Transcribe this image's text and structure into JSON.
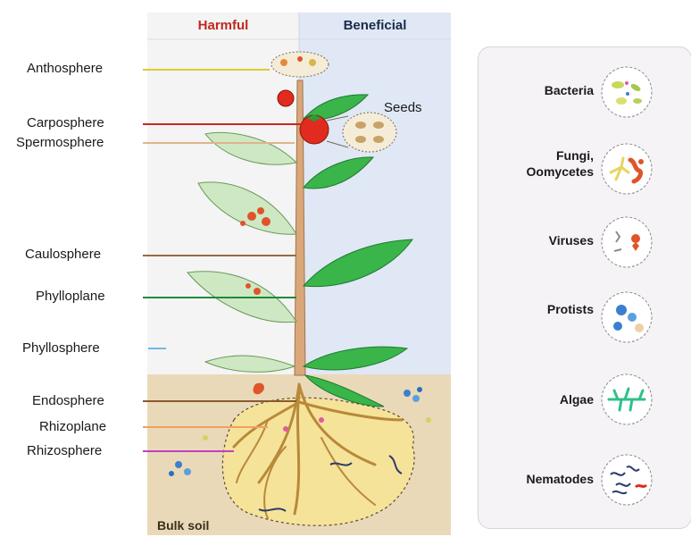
{
  "header": {
    "harmful": "Harmful",
    "beneficial": "Beneficial"
  },
  "colors": {
    "harmful_red": "#c0281e",
    "beneficial_navy": "#1c2a4a",
    "leaf": "#39b54a",
    "soil": "#efe1b8"
  },
  "compartments": [
    {
      "id": "anthosphere",
      "label": "Anthosphere",
      "color": "#e2c832"
    },
    {
      "id": "carposphere",
      "label": "Carposphere",
      "color": "#c9281e"
    },
    {
      "id": "spermosphere",
      "label": "Spermosphere",
      "color": "#e0b48c"
    },
    {
      "id": "caulosphere",
      "label": "Caulosphere",
      "color": "#9b6a3e"
    },
    {
      "id": "phylloplane",
      "label": "Phylloplane",
      "color": "#1f8a3b"
    },
    {
      "id": "phyllosphere",
      "label": "Phyllosphere",
      "color": "#74b6e6"
    },
    {
      "id": "endosphere",
      "label": "Endosphere",
      "color": "#8a5a2e"
    },
    {
      "id": "rhizoplane",
      "label": "Rhizoplane",
      "color": "#f0a060"
    },
    {
      "id": "rhizosphere",
      "label": "Rhizosphere",
      "color": "#c040c0"
    }
  ],
  "seeds_label": "Seeds",
  "bulk_soil_label": "Bulk soil",
  "microbes": [
    {
      "id": "bacteria",
      "label_lines": [
        "Bacteria"
      ],
      "icon": "bacteria-icon"
    },
    {
      "id": "fungi",
      "label_lines": [
        "Fungi,",
        "Oomycetes"
      ],
      "icon": "fungi-hyphae-icon"
    },
    {
      "id": "viruses",
      "label_lines": [
        "Viruses"
      ],
      "icon": "virus-icon"
    },
    {
      "id": "protists",
      "label_lines": [
        "Protists"
      ],
      "icon": "protist-icon"
    },
    {
      "id": "algae",
      "label_lines": [
        "Algae"
      ],
      "icon": "algae-icon"
    },
    {
      "id": "nematodes",
      "label_lines": [
        "Nematodes"
      ],
      "icon": "nematode-icon"
    }
  ]
}
